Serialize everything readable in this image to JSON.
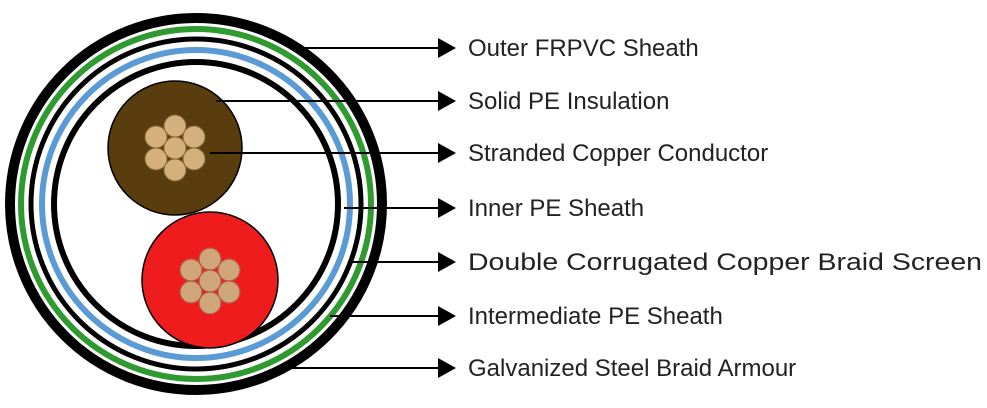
{
  "diagram": {
    "colors": {
      "outer_sheath": "#000000",
      "armour_green": "#2f9a2f",
      "screen_blue": "#5b9bd5",
      "brown_insulation": "#5a3d0e",
      "red_insulation": "#ee1c1c",
      "copper_strand": "#d4b07c",
      "copper_strand_red_core": "#cfa679",
      "fill": "#ffffff"
    },
    "callouts": [
      {
        "label": "Outer FRPVC Sheath"
      },
      {
        "label": "Solid PE Insulation"
      },
      {
        "label": "Stranded Copper Conductor"
      },
      {
        "label": "Inner PE Sheath"
      },
      {
        "label": "Double Corrugated Copper Braid Screen"
      },
      {
        "label": "Intermediate PE Sheath"
      },
      {
        "label": "Galvanized Steel Braid Armour"
      }
    ]
  }
}
